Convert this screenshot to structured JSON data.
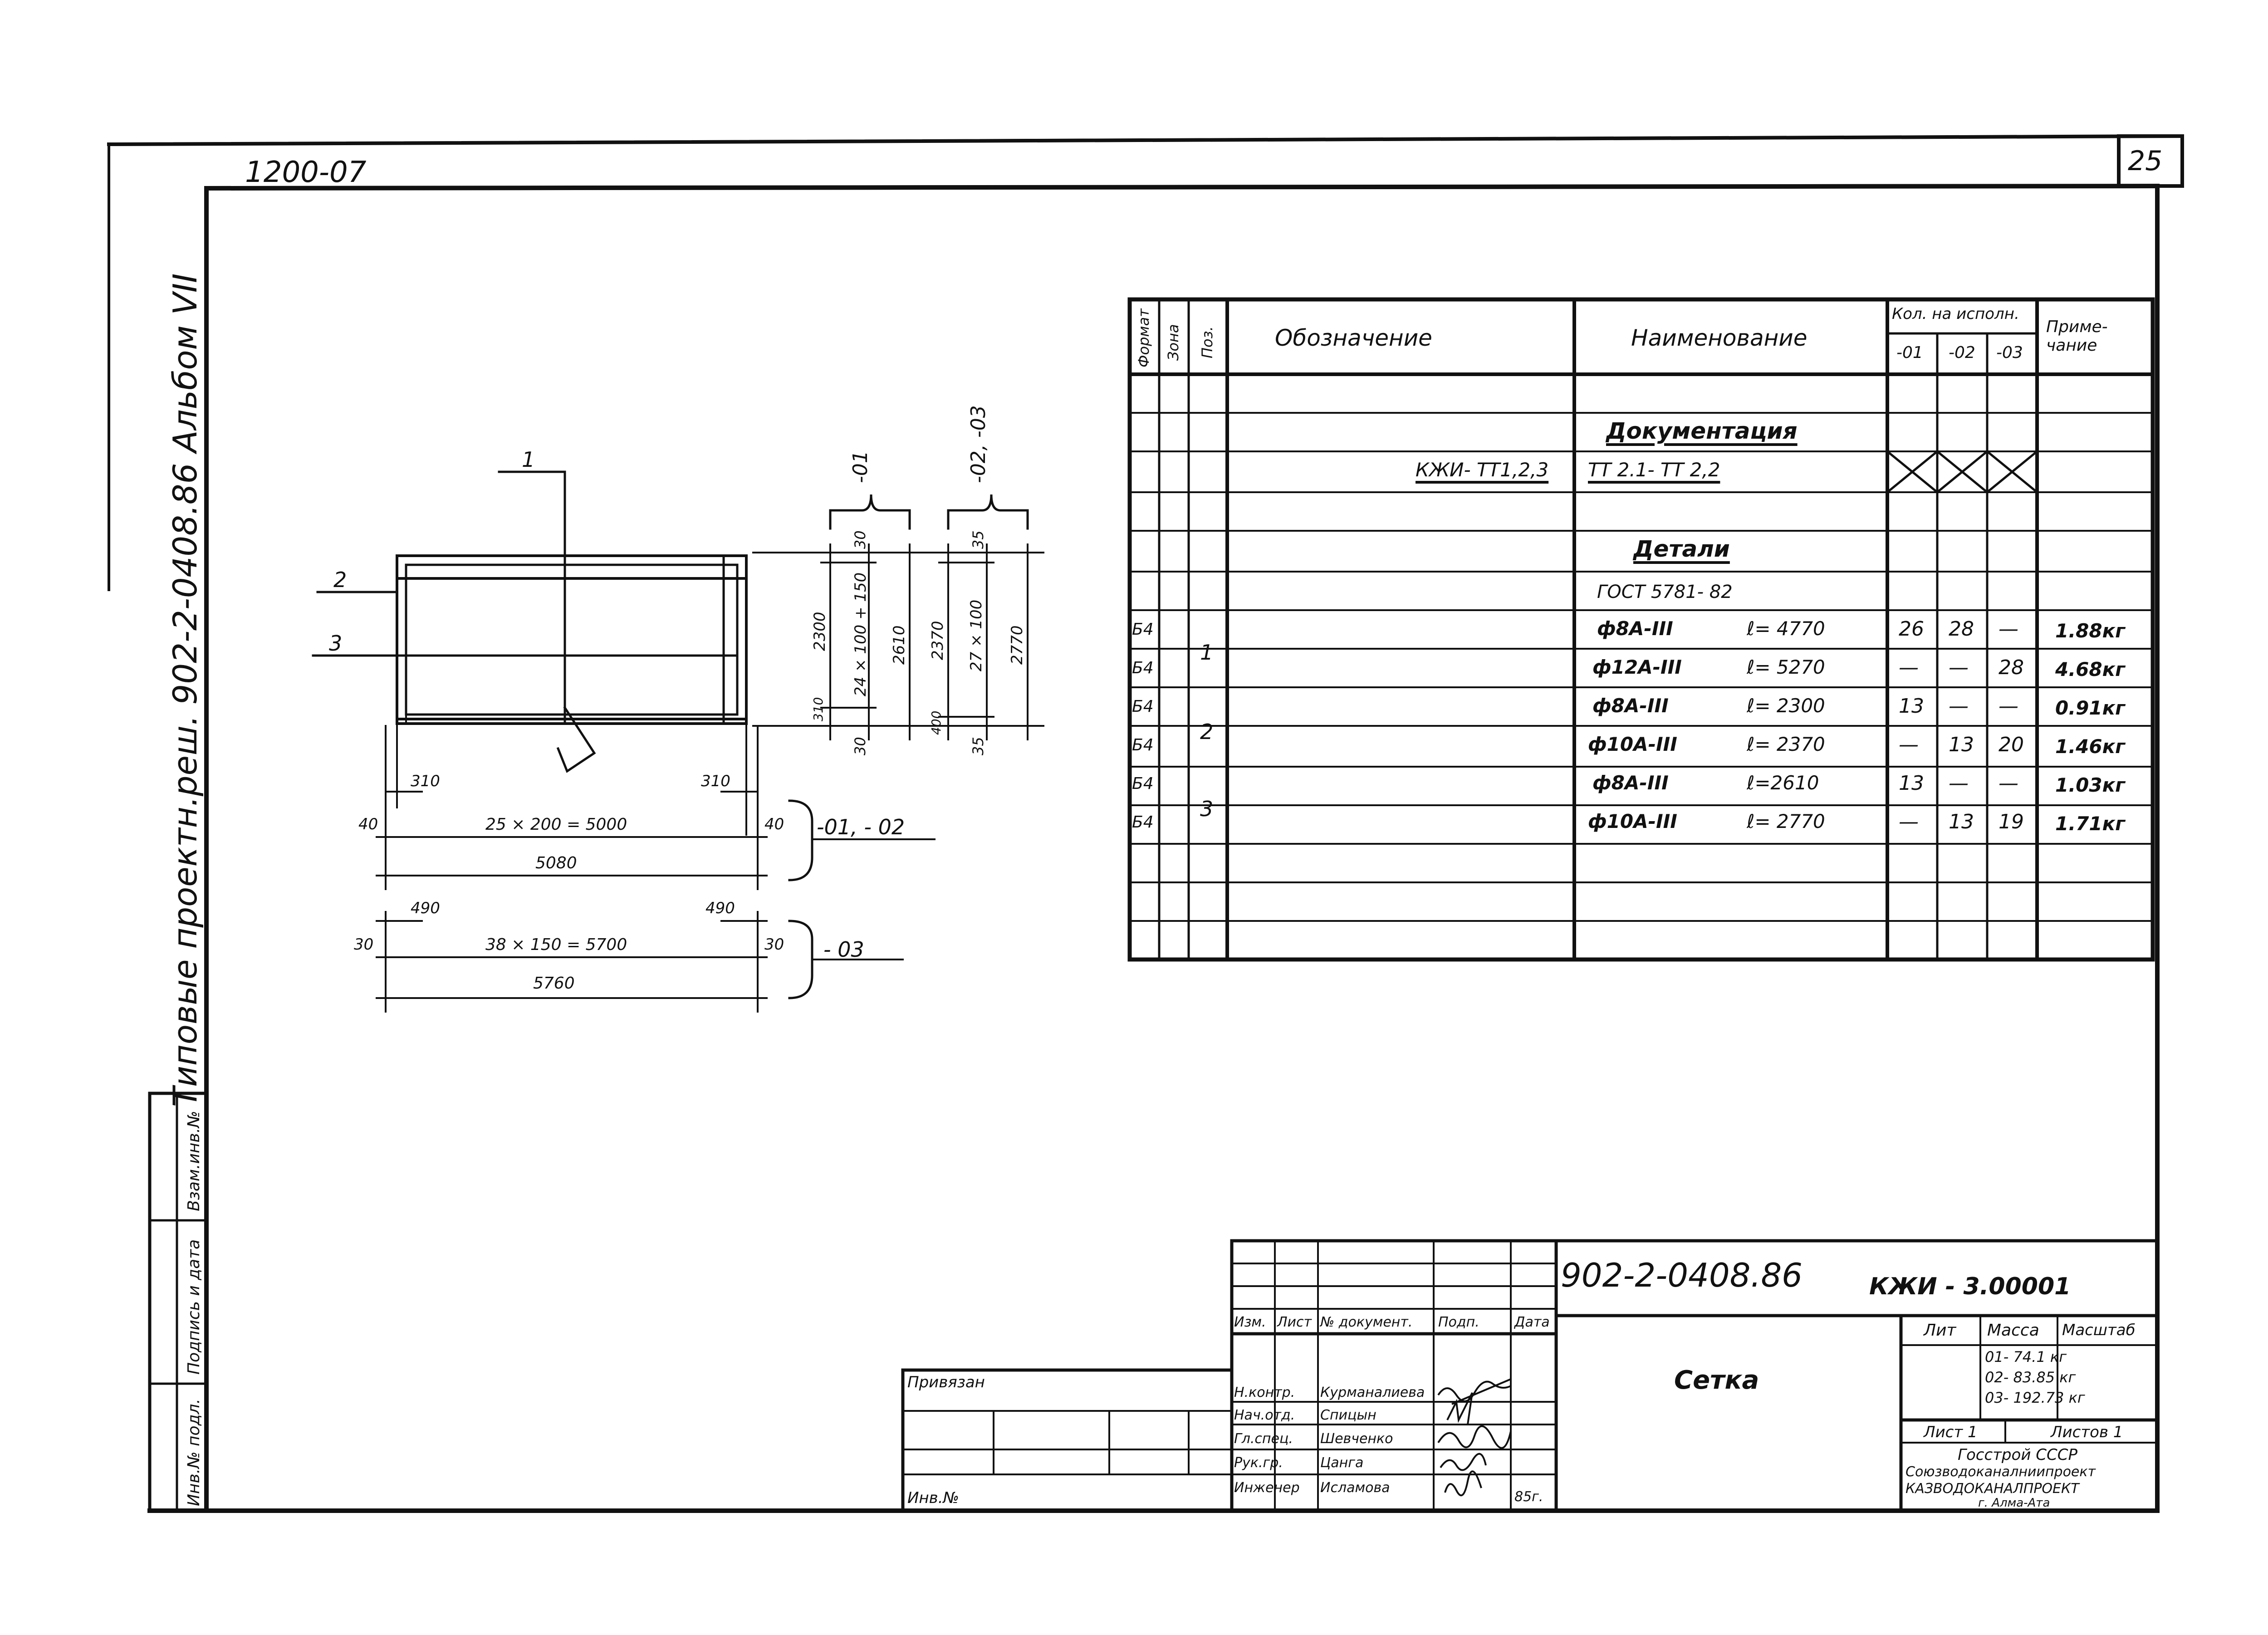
{
  "frame": {
    "sheet_number": "25",
    "top_left_code": "1200-07",
    "side_title": "Типовые проектн.реш. 902-2-0408.86  Альбом VII",
    "side_stamp": [
      "Инв.№ подл.",
      "Подпись и дата",
      "Взам.инв.№"
    ]
  },
  "drawing": {
    "pos_1": "1",
    "pos_2": "2",
    "pos_3": "3",
    "dim_310_left": "310",
    "dim_310_right": "310",
    "dim_40_left": "40",
    "dim_40_right": "40",
    "dim_5000": "25 × 200 = 5000",
    "dim_5080": "5080",
    "group_01_02": "-01, - 02",
    "dim_490_left": "490",
    "dim_490_right": "490",
    "dim_30_left": "30",
    "dim_30_right": "30",
    "dim_5700": "38 × 150 = 5700",
    "dim_5760": "5760",
    "group_03": "- 03",
    "top_01": "-01",
    "top_02_03": "-02, -03",
    "dim_30_top": "30",
    "dim_35_top": "35",
    "dim_2300": "2300",
    "dim_2400": "24 × 100 + 150",
    "dim_2610": "2610",
    "dim_2370": "2370",
    "dim_2700": "27 × 100",
    "dim_2770": "2770",
    "dim_310_small": "310",
    "dim_30_bottom": "30",
    "dim_400": "400",
    "dim_35_bottom": "35"
  },
  "spec": {
    "headers": {
      "format": "Формат",
      "zone": "Зона",
      "pos": "Поз.",
      "designation": "Обозначение",
      "name": "Наименование",
      "qty": "Кол. на исполн.",
      "note": "Приме- чание",
      "v01": "-01",
      "v02": "-02",
      "v03": "-03"
    },
    "section_doc": "Документация",
    "doc_designation": "КЖИ- ТТ1,2,3",
    "doc_name": "ТТ 2.1- ТТ 2,2",
    "section_parts": "Детали",
    "gost": "ГОСТ 5781- 82",
    "rows": [
      {
        "fmt": "Б4",
        "name": "ф8А-III",
        "len": "ℓ= 4770",
        "q1": "26",
        "q2": "28",
        "q3": "—",
        "note": "1.88кг"
      },
      {
        "fmt": "Б4",
        "name": "ф12А-III",
        "len": "ℓ= 5270",
        "q1": "—",
        "q2": "—",
        "q3": "28",
        "note": "4.68кг"
      },
      {
        "fmt": "Б4",
        "name": "ф8А-III",
        "len": "ℓ= 2300",
        "q1": "13",
        "q2": "—",
        "q3": "—",
        "note": "0.91кг"
      },
      {
        "fmt": "Б4",
        "name": "ф10А-III",
        "len": "ℓ= 2370",
        "q1": "—",
        "q2": "13",
        "q3": "20",
        "note": "1.46кг"
      },
      {
        "fmt": "Б4",
        "name": "ф8А-III",
        "len": "ℓ=2610",
        "q1": "13",
        "q2": "—",
        "q3": "—",
        "note": "1.03кг"
      },
      {
        "fmt": "Б4",
        "name": "ф10А-III",
        "len": "ℓ= 2770",
        "q1": "—",
        "q2": "13",
        "q3": "19",
        "note": "1.71кг"
      }
    ],
    "pos_labels": [
      "1",
      "2",
      "3"
    ]
  },
  "titleblock": {
    "doc_code": "902-2-0408.86",
    "doc_mark": "КЖИ - 3.00001",
    "object_name": "Сетка",
    "bound": "Привязан",
    "inv": "Инв.№",
    "col_headers": [
      "Изм.",
      "Лист",
      "№ документ.",
      "Подп.",
      "Дата"
    ],
    "signers": [
      {
        "role": "Н.контр.",
        "name": "Курманалиева"
      },
      {
        "role": "Нач.отд.",
        "name": "Спицын"
      },
      {
        "role": "Гл.спец.",
        "name": "Шевченко"
      },
      {
        "role": "Рук.гр.",
        "name": "Цанга"
      },
      {
        "role": "Инженер",
        "name": "Исламова"
      }
    ],
    "year": "85г.",
    "lit": "Лит",
    "mass": "Масса",
    "scale": "Масштаб",
    "mass_values": [
      "01- 74.1 кг",
      "02- 83.85 кг",
      "03- 192.73 кг"
    ],
    "sheet": "Лист 1",
    "sheets": "Листов 1",
    "org": [
      "Госстрой СССР",
      "Союзводоканалниипроект",
      "КАЗВОДОКАНАЛПРОЕКТ",
      "г. Алма-Ата"
    ]
  }
}
